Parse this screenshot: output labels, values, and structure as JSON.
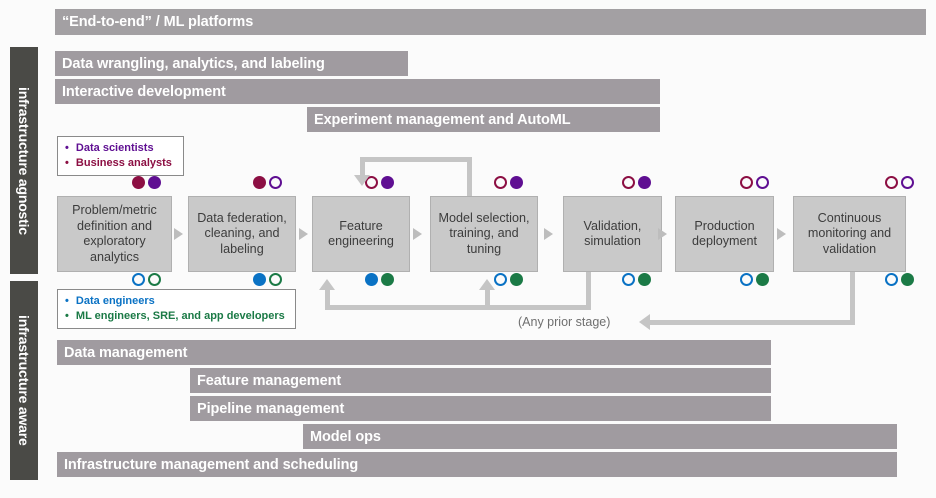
{
  "rails": [
    {
      "label": "infrastructure agnostic"
    },
    {
      "label": "infrastructure aware"
    }
  ],
  "top_bands": [
    {
      "label": "“End-to-end” / ML platforms"
    },
    {
      "label": "Data wrangling, analytics, and labeling"
    },
    {
      "label": "Interactive development"
    },
    {
      "label": "Experiment management and AutoML"
    }
  ],
  "bottom_bands": [
    {
      "label": "Data management"
    },
    {
      "label": "Feature management"
    },
    {
      "label": "Pipeline management"
    },
    {
      "label": "Model ops"
    },
    {
      "label": "Infrastructure management and scheduling"
    }
  ],
  "stages": [
    {
      "label": "Problem/metric definition and exploratory analytics"
    },
    {
      "label": "Data federation, cleaning, and labeling"
    },
    {
      "label": "Feature engineering"
    },
    {
      "label": "Model selection, training, and tuning"
    },
    {
      "label": "Validation, simulation"
    },
    {
      "label": "Production deployment"
    },
    {
      "label": "Continuous monitoring and validation"
    }
  ],
  "legend_top": {
    "items": [
      {
        "label": "Data scientists",
        "color": "#5f0f92"
      },
      {
        "label": "Business analysts",
        "color": "#8c0f43"
      }
    ]
  },
  "legend_bottom": {
    "items": [
      {
        "label": "Data engineers",
        "color": "#0a72c4"
      },
      {
        "label": "ML engineers, SRE, and app developers",
        "color": "#1b7a46"
      }
    ]
  },
  "loopback_label": "(Any prior stage)",
  "palette": {
    "band": "#a09ba0",
    "rail": "#4a4a46",
    "stage": "#c9c9c9",
    "arrow": "#c5c5c5",
    "maroon": "#8c0f43",
    "purple": "#5f0f92",
    "blue": "#0a72c4",
    "green": "#1b7a46"
  }
}
